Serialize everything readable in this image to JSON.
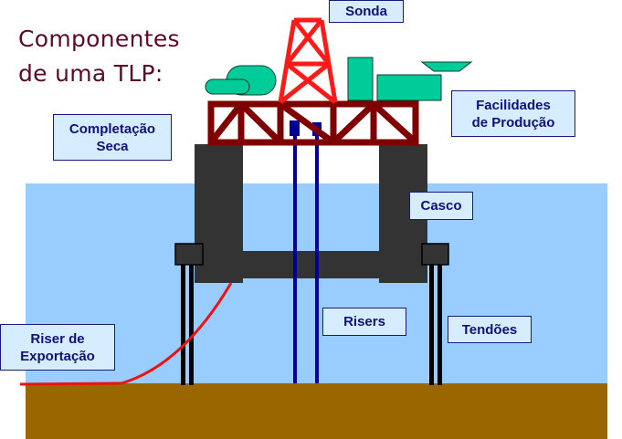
{
  "title": {
    "line1": "Componentes",
    "line2": "de uma TLP:"
  },
  "labels": {
    "sonda": "Sonda",
    "facilidades_line1": "Facilidades",
    "facilidades_line2": "de Produção",
    "completacao_line1": "Completação",
    "completacao_line2": "Seca",
    "casco": "Casco",
    "risers": "Risers",
    "tendoes": "Tendões",
    "riser_export_line1": "Riser de",
    "riser_export_line2": "Exportação"
  },
  "colors": {
    "title": "#5c0a2a",
    "water": "#99ccff",
    "seabed": "#996600",
    "hull": "#333333",
    "deck_truss": "#7f0000",
    "derrick": "#ff1a1a",
    "equipment": "#00cc99",
    "risers": "#000099",
    "export_riser": "#ee1111",
    "tendons": "#000000",
    "label_bg": "#d6ecff",
    "label_text": "#10107a"
  }
}
